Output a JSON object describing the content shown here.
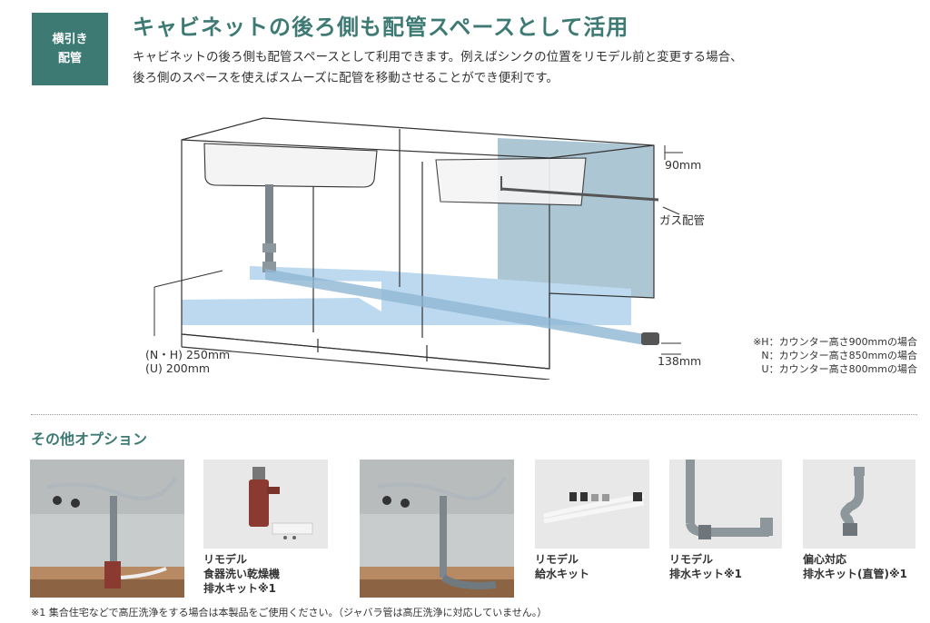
{
  "badge": {
    "line1": "横引き",
    "line2": "配管"
  },
  "title": "キャビネットの後ろ側も配管スペースとして活用",
  "description": {
    "line1": "キャビネットの後ろ側も配管スペースとして利用できます。例えばシンクの位置をリモデル前と変更する場合、",
    "line2": "後ろ側のスペースを使えばスムーズに配管を移動させることができ便利です。"
  },
  "diagram": {
    "dim_top": "90mm",
    "gas_label": "ガス配管",
    "dim_nh": "(N・H) 250mm",
    "dim_u": "(U) 200mm",
    "dim_bottom": "138mm"
  },
  "notes": [
    "※H：カウンター高さ900mmの場合",
    "N：カウンター高さ850mmの場合",
    "U：カウンター高さ800mmの場合"
  ],
  "options": {
    "heading": "その他オプション",
    "items": [
      {
        "lines": []
      },
      {
        "lines": [
          "リモデル",
          "食器洗い乾燥機",
          "排水キット※1"
        ]
      },
      {
        "lines": []
      },
      {
        "lines": [
          "リモデル",
          "給水キット"
        ]
      },
      {
        "lines": [
          "リモデル",
          "排水キット※1"
        ]
      },
      {
        "lines": [
          "偏心対応",
          "排水キット(直管)※1"
        ]
      }
    ]
  },
  "footnote": "※1 集合住宅などで高圧洗浄をする場合は本製品をご使用ください。（ジャバラ管は高圧洗浄に対応していません。）",
  "colors": {
    "accent": "#3d7a74",
    "water_blue": "#bcd9ef",
    "back_panel": "#9fbccb"
  }
}
